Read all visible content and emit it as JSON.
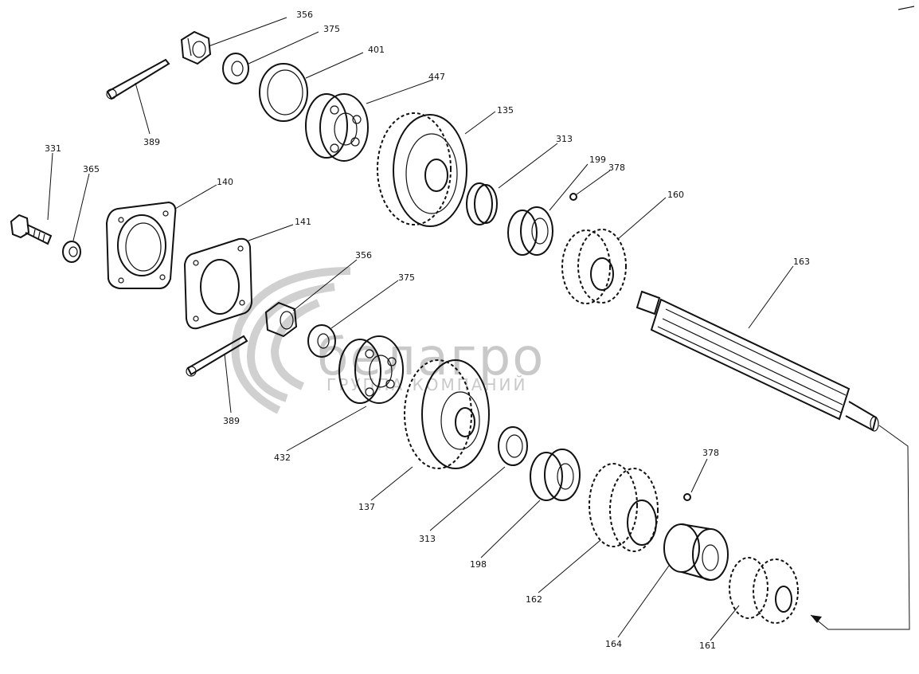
{
  "watermark": {
    "brand": "белагро",
    "subtitle": "ГРУППА КОМПАНИЙ"
  },
  "labels": {
    "l356a": "356",
    "l375a": "375",
    "l401": "401",
    "l389a": "389",
    "l447": "447",
    "l135": "135",
    "l313a": "313",
    "l199": "199",
    "l378a": "378",
    "l331": "331",
    "l365": "365",
    "l140": "140",
    "l141": "141",
    "l160": "160",
    "l163": "163",
    "l356b": "356",
    "l375b": "375",
    "l389b": "389",
    "l432": "432",
    "l137": "137",
    "l313b": "313",
    "l198": "198",
    "l162": "162",
    "l378b": "378",
    "l164": "164",
    "l161": "161"
  }
}
